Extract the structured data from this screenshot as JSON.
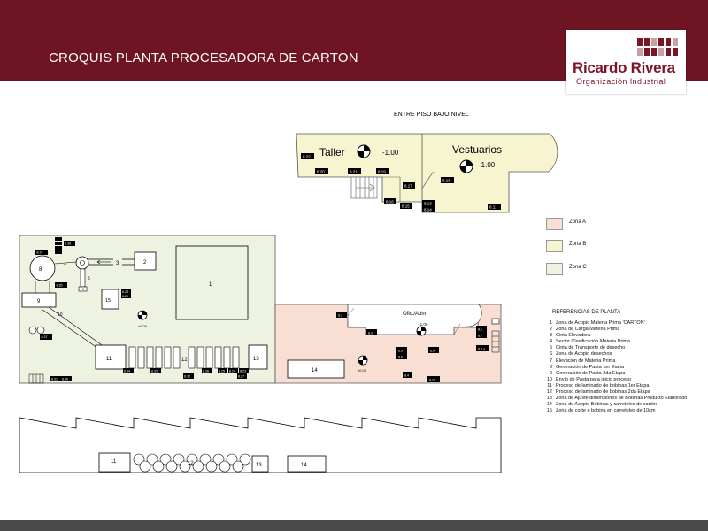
{
  "header": {
    "title": "CROQUIS PLANTA PROCESADORA DE CARTON",
    "logo_name": "Ricardo Rivera",
    "logo_sub": "Organización Industrial",
    "brand_color": "#6e1423"
  },
  "mezzanine": {
    "title": "ENTRE PISO BAJO NIVEL",
    "taller": "Taller",
    "taller_level": "-1.00",
    "vestuarios": "Vestuarios",
    "vestuarios_level": "-1.00",
    "tags": {
      "t822": "8.22",
      "t820": "8.20",
      "t821": "8.21",
      "t819": "8.19",
      "t817": "8.17",
      "t818": "8.18",
      "t816": "8.16",
      "t815": "8.15",
      "t813": "8.13",
      "t814": "8.14",
      "t811": "8.11"
    }
  },
  "main_floor": {
    "zone1": "1",
    "zone2": "2",
    "zone3": "3",
    "zone4": "4",
    "zone5": "5",
    "zone6": "6",
    "zone7": "7",
    "zone8": "8",
    "zone9": "9",
    "zone10": "10",
    "zone11": "11",
    "zone12": "12",
    "zone13": "13",
    "zone14": "14",
    "zone15": "15",
    "level_c": "±0.00",
    "level_a": "±0.00",
    "office": "Ofic./Adm.",
    "office_level": "+1.00",
    "tags": {
      "t837": "8.37",
      "t836": "8.36",
      "t835": "8.35",
      "t834": "8.34",
      "t833": "8.33",
      "t832": "8.32",
      "t831": "8.31",
      "t830": "8.30",
      "t829": "8.29",
      "t828": "8.28",
      "t827": "8.27",
      "t826": "8.26",
      "t825": "8.25",
      "t824": "8.24",
      "t823": "8.23",
      "t83": "8.3",
      "t82": "8.2",
      "t85": "8.5",
      "t86": "8.6",
      "t89": "8.9",
      "t84": "8.4",
      "t810": "8.10",
      "t81": "8.1",
      "t87": "8.7",
      "t83b": "8.3 a"
    }
  },
  "elevation": {
    "z11": "11",
    "z12": "12",
    "z13": "13",
    "z14": "14"
  },
  "legend": {
    "zone_a": {
      "label": "Zona A",
      "color": "#f9dfd3"
    },
    "zone_b": {
      "label": "Zona B",
      "color": "#f7f4d0"
    },
    "zone_c": {
      "label": "Zona C",
      "color": "#eef3e1"
    }
  },
  "references": {
    "title": "REFERENCIAS DE PLANTA",
    "items": [
      {
        "n": "1",
        "text": "Zona de Acopio Materia Prima 'CARTON'"
      },
      {
        "n": "2",
        "text": "Zona de Carga Materia Prima"
      },
      {
        "n": "3",
        "text": "Cinta Elevadora"
      },
      {
        "n": "4",
        "text": "Sector Clasificación Materia Prima"
      },
      {
        "n": "5",
        "text": "Cinta de Transporte de desecho"
      },
      {
        "n": "6",
        "text": "Zona de Acopio desechos"
      },
      {
        "n": "7",
        "text": "Elevación de Materia Prima"
      },
      {
        "n": "8",
        "text": "Generación de Pasta 1er Etapa"
      },
      {
        "n": "9",
        "text": "Generación de Pasta 2da Etapa"
      },
      {
        "n": "10",
        "text": "Envío de Pasta para inicio proceso"
      },
      {
        "n": "11",
        "text": "Proceso de laminado de bobinas 1er Etapa"
      },
      {
        "n": "12",
        "text": "Proceso de laminado de bobinas 2da Etapa"
      },
      {
        "n": "13",
        "text": "Zona de Ajuste dimensiones de Bobinas Producto Elaborado"
      },
      {
        "n": "14",
        "text": "Zona de Acopio Bobinas y carreteles de cartón"
      },
      {
        "n": "15",
        "text": "Zona de corte e bobina en carreteles de 10cm"
      }
    ]
  }
}
